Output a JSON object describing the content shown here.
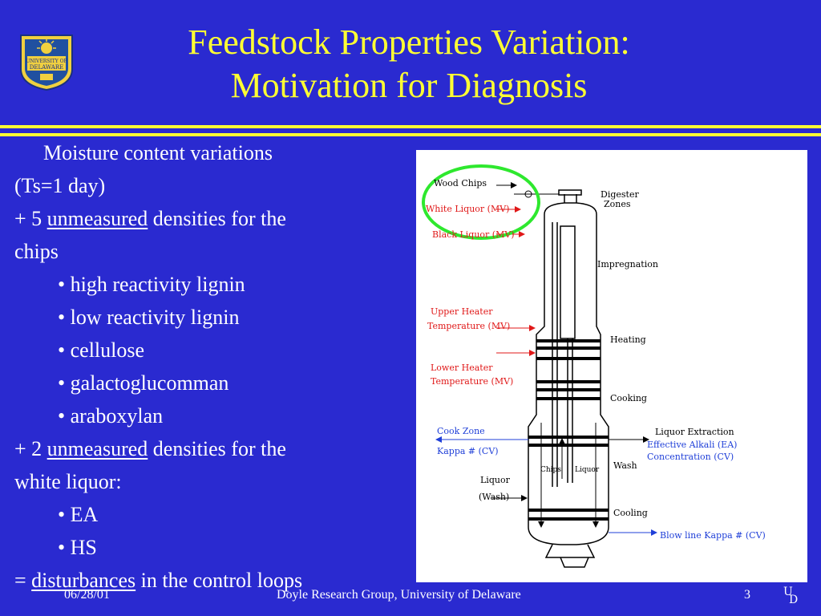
{
  "slide": {
    "title_line1": "Feedstock Properties Variation:",
    "title_line2": "Motivation for Diagnosis"
  },
  "content": {
    "line1": "Moisture content variations",
    "line2": "(Ts=1 day)",
    "line3_prefix": "+ 5",
    "line3_underlined": "unmeasured",
    "line3_suffix": "densities for the",
    "line4": "chips",
    "chip_items": [
      "high reactivity lignin",
      "low reactivity lignin",
      "cellulose",
      "galactoglucomman",
      "araboxylan"
    ],
    "line10_prefix": "+ 2",
    "line10_underlined": "unmeasured",
    "line10_suffix": "densities for the",
    "line11": "white liquor:",
    "liquor_items": [
      "EA",
      "HS"
    ],
    "line14_prefix": "=",
    "line14_underlined": "disturbances",
    "line14_suffix": "in the control loops",
    "bullet": "•"
  },
  "diagram": {
    "wood_chips": "Wood Chips",
    "white_liquor": "White Liquor (MV)",
    "black_liquor": "Black Liquor (MV)",
    "digester": "Digester",
    "zones": "Zones",
    "impregnation": "Impregnation",
    "upper_heater_1": "Upper Heater",
    "upper_heater_2": "Temperature (MV)",
    "heating": "Heating",
    "lower_heater_1": "Lower Heater",
    "lower_heater_2": "Temperature (MV)",
    "cooking": "Cooking",
    "cook_zone": "Cook Zone",
    "kappa_cv": "Kappa # (CV)",
    "liquor_extraction": "Liquor Extraction",
    "ea_1": "Effective Alkali (EA)",
    "ea_2": "Concentration (CV)",
    "chips": "Chips",
    "liquor": "Liquor",
    "wash": "Wash",
    "liquor_wash_1": "Liquor",
    "liquor_wash_2": "(Wash)",
    "cooling": "Cooling",
    "blow_line": "Blow line Kappa # (CV)",
    "highlight_color": "#2ee82e",
    "red_color": "#e01818",
    "blue_color": "#1f3fd8"
  },
  "footer": {
    "date": "06/28/01",
    "group": "Doyle Research Group, University of Delaware",
    "page": "3",
    "mark_u": "U",
    "mark_d": "D"
  },
  "colors": {
    "background": "#2a2ad0",
    "title": "#ffff33",
    "text": "#ffffff"
  }
}
